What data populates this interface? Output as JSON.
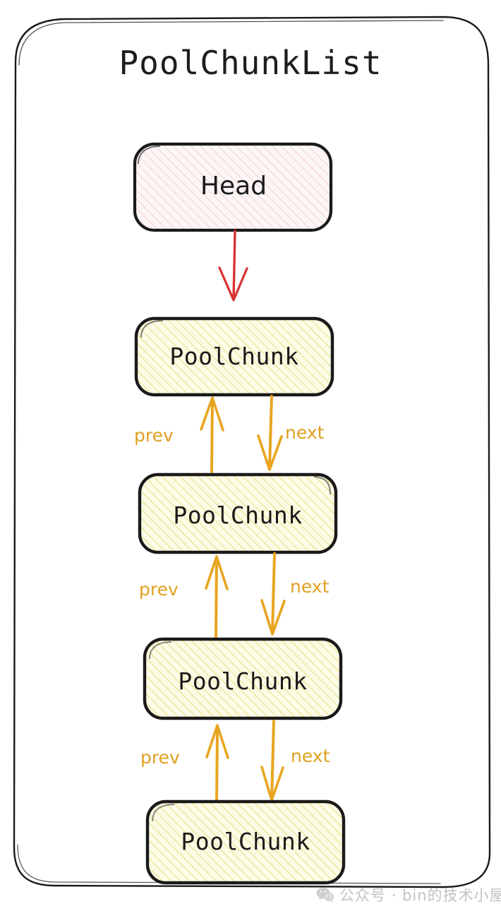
{
  "diagram": {
    "title": "PoolChunkList",
    "type": "linked-list",
    "nodes": [
      {
        "id": "head",
        "label": "Head",
        "kind": "head",
        "fill": "#fdf2f2",
        "hatch": "#e8b3b3",
        "stroke": "#1a1a1a"
      },
      {
        "id": "chunk-0",
        "label": "PoolChunk",
        "kind": "chunk",
        "fill": "#fbfbe0",
        "hatch": "#e4dc7a",
        "stroke": "#1a1a1a"
      },
      {
        "id": "chunk-1",
        "label": "PoolChunk",
        "kind": "chunk",
        "fill": "#fbfbe0",
        "hatch": "#e4dc7a",
        "stroke": "#1a1a1a"
      },
      {
        "id": "chunk-2",
        "label": "PoolChunk",
        "kind": "chunk",
        "fill": "#fbfbe0",
        "hatch": "#e4dc7a",
        "stroke": "#1a1a1a"
      },
      {
        "id": "chunk-3",
        "label": "PoolChunk",
        "kind": "chunk",
        "fill": "#fbfbe0",
        "hatch": "#e4dc7a",
        "stroke": "#1a1a1a"
      }
    ],
    "edges": [
      {
        "from": "head",
        "to": "chunk-0",
        "label": "",
        "color": "#d83232",
        "direction": "down"
      },
      {
        "from": "chunk-1",
        "to": "chunk-0",
        "label": "prev",
        "color": "#e8a520",
        "direction": "up"
      },
      {
        "from": "chunk-0",
        "to": "chunk-1",
        "label": "next",
        "color": "#e8a520",
        "direction": "down"
      },
      {
        "from": "chunk-2",
        "to": "chunk-1",
        "label": "prev",
        "color": "#e8a520",
        "direction": "up"
      },
      {
        "from": "chunk-1",
        "to": "chunk-2",
        "label": "next",
        "color": "#e8a520",
        "direction": "down"
      },
      {
        "from": "chunk-3",
        "to": "chunk-2",
        "label": "prev",
        "color": "#e8a520",
        "direction": "up"
      },
      {
        "from": "chunk-2",
        "to": "chunk-3",
        "label": "next",
        "color": "#e8a520",
        "direction": "down"
      }
    ],
    "edge_labels": {
      "prev": "prev",
      "next": "next"
    },
    "container": {
      "stroke": "#1a1a1a",
      "fill": "#ffffff"
    }
  },
  "watermark": {
    "icon": "wechat-icon",
    "text": "公众号 · bin的技术小屋",
    "color": "#707070"
  },
  "colors": {
    "background": "#ffffff",
    "ink": "#1a1a1a",
    "accent_orange": "#e8a520",
    "accent_red": "#d83232",
    "chunk_fill": "#fbfbe0",
    "head_fill": "#fdf2f2"
  }
}
